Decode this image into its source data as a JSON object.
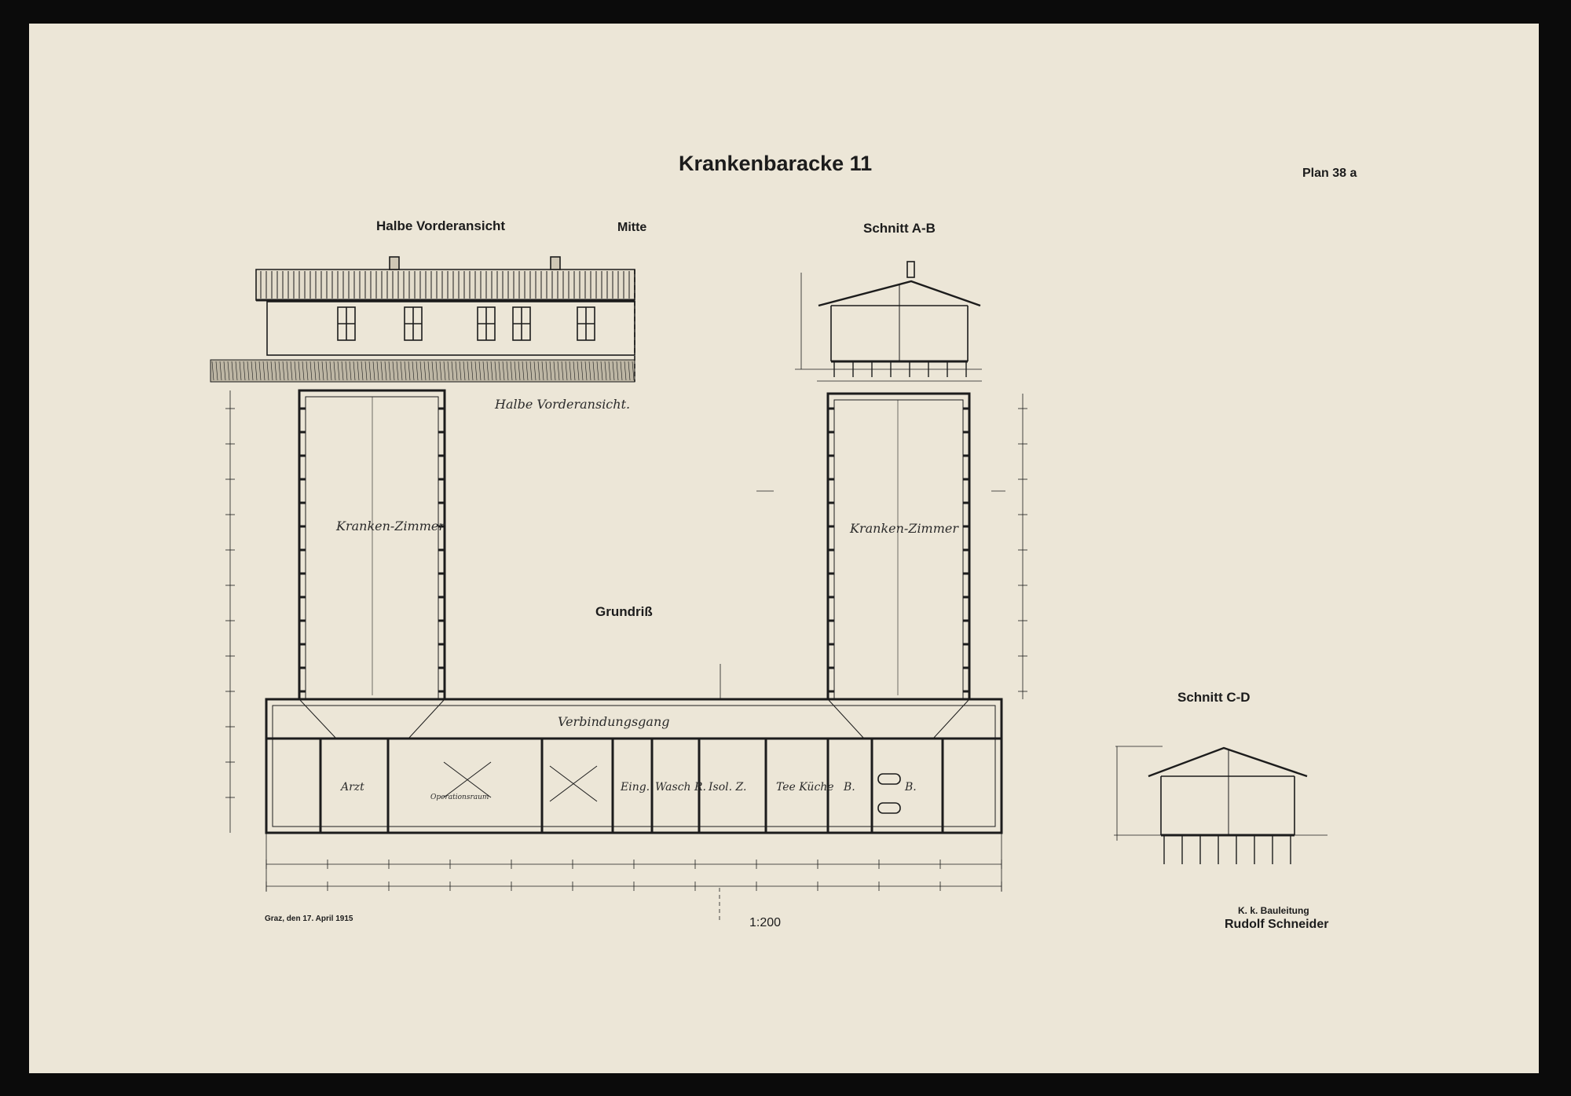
{
  "title": "Krankenbaracke 11",
  "plan_no": "Plan 38 a",
  "views": {
    "front_half": "Halbe Vorderansicht",
    "middle": "Mitte",
    "section_ab": "Schnitt A-B",
    "section_cd": "Schnitt C-D",
    "floor_plan": "Grundriß"
  },
  "plan_labels": {
    "front_note": "Halbe Vorderansicht.",
    "ward_left": "Kranken-Zimmer",
    "ward_right": "Kranken-Zimmer",
    "corridor": "Verbindungsgang",
    "rooms": [
      "Arzt",
      "Operationsraum",
      "Eing.",
      "Wasch R.",
      "Isol. Z.",
      "Tee Küche",
      "B.",
      "B."
    ]
  },
  "footer": {
    "date": "Graz, den 17. April 1915",
    "scale": "1:200",
    "office": "K. k. Bauleitung",
    "signature": "Rudolf Schneider"
  },
  "colors": {
    "paper": "#ece6d7",
    "ink": "#1c1c1c",
    "frame": "#0b0b0b"
  }
}
